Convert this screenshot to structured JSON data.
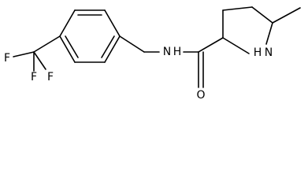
{
  "molecule": {
    "atoms": {
      "f1": "F",
      "f2": "F",
      "f3": "F",
      "amide_n": "N",
      "amide_h": "H",
      "carbonyl_o": "O",
      "ring_n": "N",
      "ring_h": "H"
    }
  }
}
